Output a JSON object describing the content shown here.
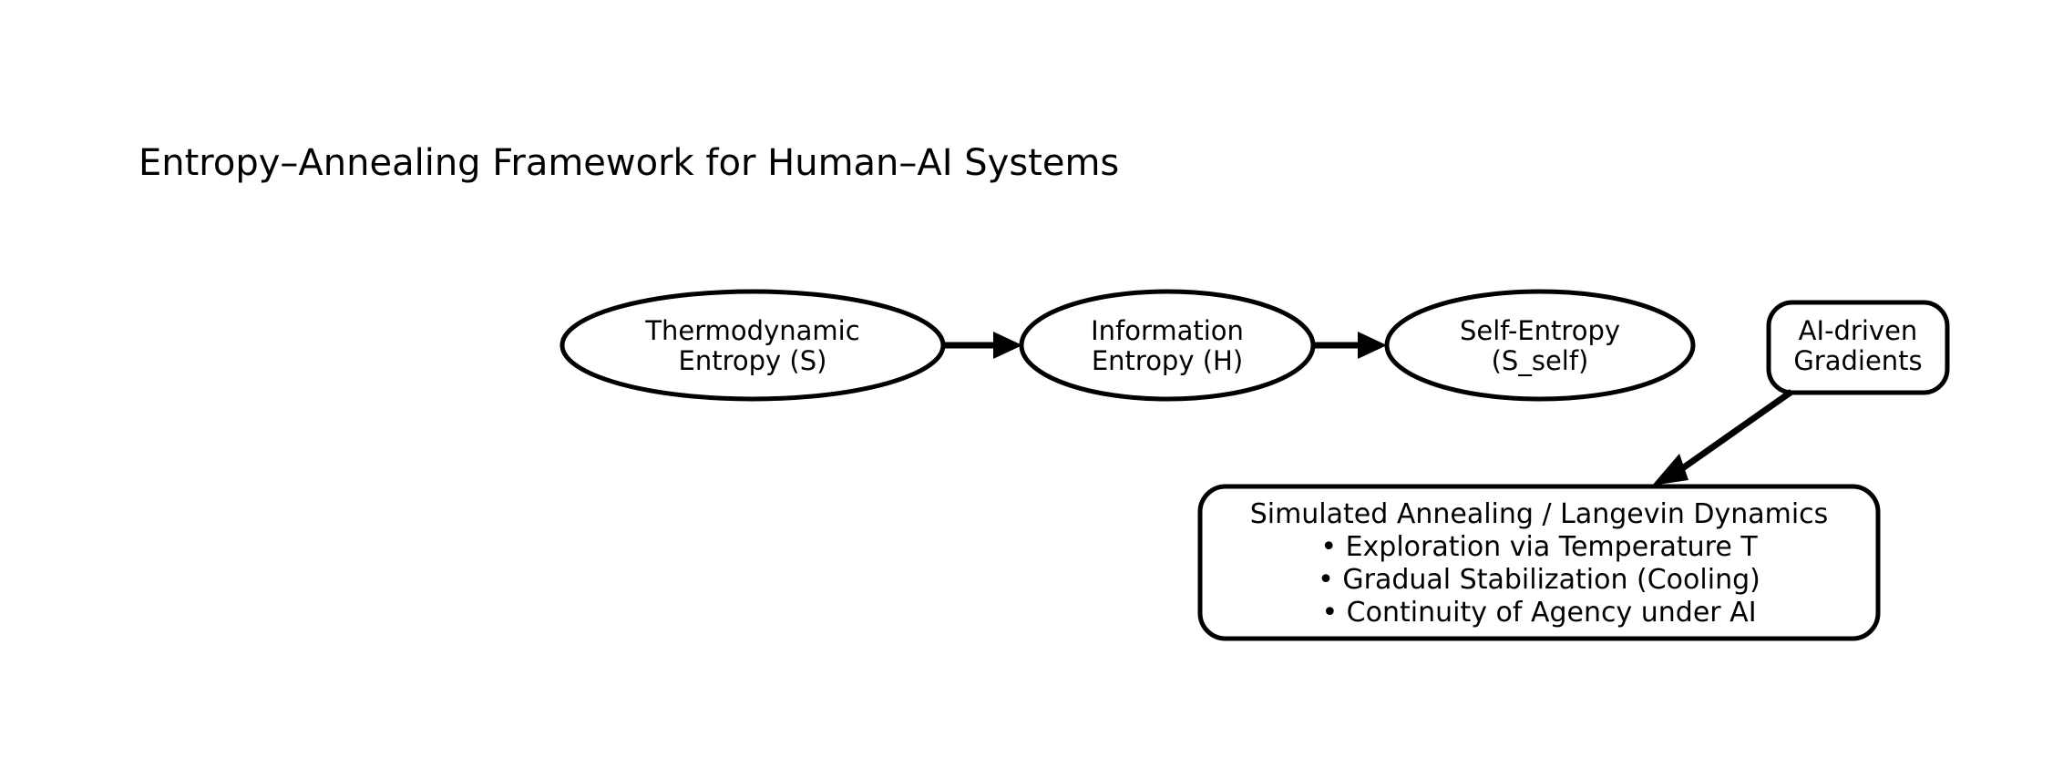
{
  "figure": {
    "title": "Entropy–Annealing Framework for Human–AI Systems",
    "background_color": "#ffffff",
    "stroke_color": "#000000",
    "text_color": "#000000"
  },
  "nodes": {
    "thermodynamic_entropy": {
      "shape": "ellipse",
      "line1": "Thermodynamic",
      "line2": "Entropy (S)"
    },
    "information_entropy": {
      "shape": "ellipse",
      "line1": "Information",
      "line2": "Entropy (H)"
    },
    "self_entropy": {
      "shape": "ellipse",
      "line1": "Self-Entropy",
      "line2": "(S_self)"
    },
    "ai_driven_gradients": {
      "shape": "rounded-rect",
      "line1": "AI-driven",
      "line2": "Gradients"
    },
    "annealing_box": {
      "shape": "rounded-rect",
      "heading": "Simulated Annealing / Langevin Dynamics",
      "bullets": [
        "• Exploration via Temperature T",
        "• Gradual Stabilization (Cooling)",
        "• Continuity of Agency under AI"
      ]
    }
  },
  "edges": [
    {
      "id": "edge-thermo-to-info",
      "from": "thermodynamic_entropy",
      "to": "information_entropy",
      "style": "solid-arrow"
    },
    {
      "id": "edge-info-to-self",
      "from": "information_entropy",
      "to": "self_entropy",
      "style": "solid-arrow"
    },
    {
      "id": "edge-gradients-to-annealing",
      "from": "ai_driven_gradients",
      "to": "annealing_box",
      "style": "solid-arrow-diagonal"
    }
  ]
}
